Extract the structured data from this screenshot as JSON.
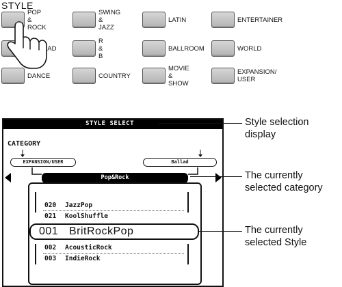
{
  "heading": "STYLE",
  "buttons": [
    {
      "label": "POP &\nROCK"
    },
    {
      "label": "SWING &\nJAZZ"
    },
    {
      "label": "LATIN"
    },
    {
      "label": "ENTERTAINER"
    },
    {
      "label": "LAD"
    },
    {
      "label": "R & B"
    },
    {
      "label": "BALLROOM"
    },
    {
      "label": "WORLD"
    },
    {
      "label": "DANCE"
    },
    {
      "label": "COUNTRY"
    },
    {
      "label": "MOVIE &\nSHOW"
    },
    {
      "label": "EXPANSION/\nUSER"
    }
  ],
  "display": {
    "title": "STYLE SELECT",
    "category_label": "CATEGORY",
    "prev_category": "EXPANSION/USER",
    "next_category": "Ballad",
    "selected_category": "Pop&Rock",
    "list": [
      {
        "num": "020",
        "name": "JazzPop"
      },
      {
        "num": "021",
        "name": "KoolShuffle"
      },
      {
        "num": "002",
        "name": "AcousticRock"
      },
      {
        "num": "003",
        "name": "IndieRock"
      }
    ],
    "selected_style": {
      "num": "001",
      "name": "BritRockPop"
    }
  },
  "callouts": {
    "display": "Style selection\ndisplay",
    "category": "The currently\nselected category",
    "style": "The currently\nselected Style"
  }
}
